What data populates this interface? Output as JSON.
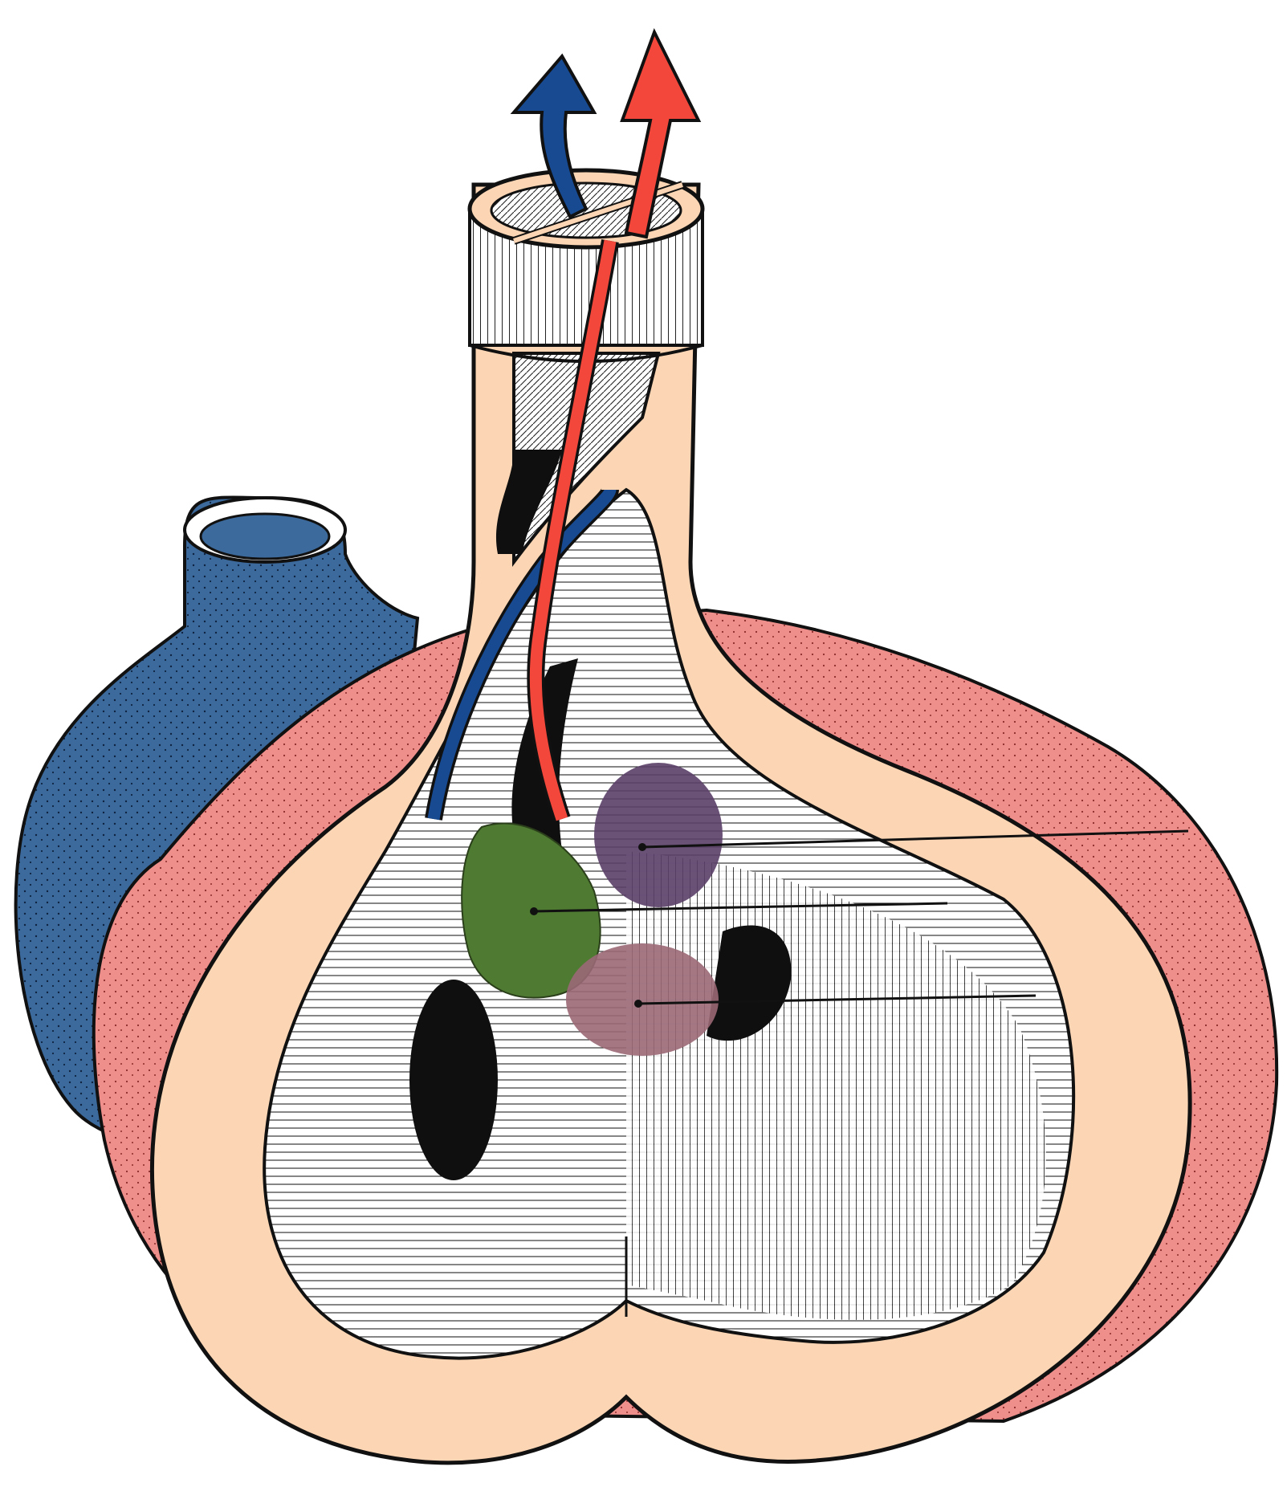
{
  "diagram": {
    "style": "hand-drawn anatomical cutaway, no printed text",
    "colors": {
      "paper": "#ffffff",
      "outline": "#111111",
      "wall_cut": "#fcd6b4",
      "vein_blue": "#3c6a9c",
      "ventricle_pink": "#ef8f8c",
      "arrow_blue": "#184a92",
      "arrow_red": "#f2473a",
      "green_patch": "#4f7a32",
      "purple_patch": "#5a3f68",
      "mauve_patch": "#9a6876",
      "dark_fill": "#0f0f0f"
    },
    "parts": {
      "outflow_arrows": [
        "blue-arrow",
        "red-arrow"
      ],
      "great_vessel": "blue-vessel",
      "cut_regions": [
        "outer-wall",
        "inner-cavity"
      ],
      "interior_patches": [
        "green-patch",
        "purple-patch",
        "mauve-patch"
      ],
      "leader_lines": 3
    }
  }
}
